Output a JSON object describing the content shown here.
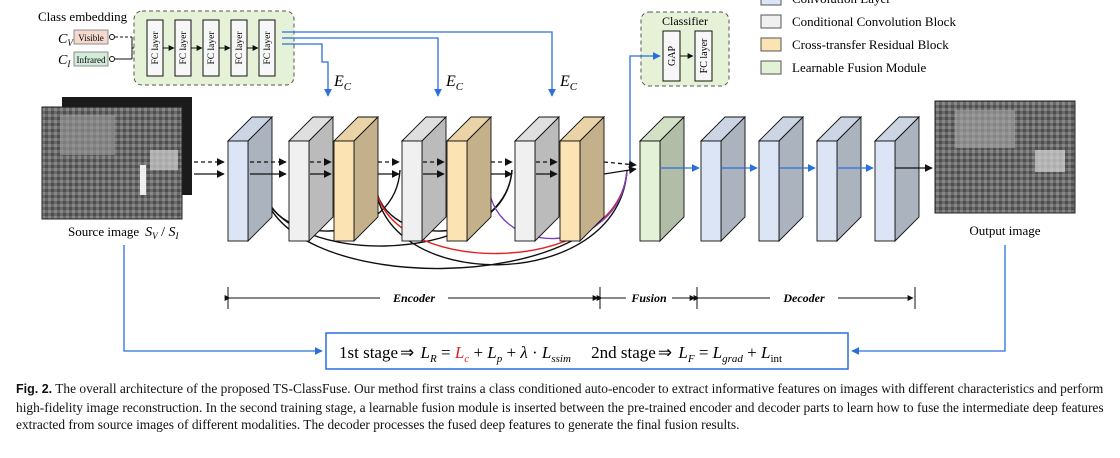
{
  "class_embedding": {
    "title": "Class embedding",
    "cv_label": "C",
    "cv_sub": "V",
    "ci_label": "C",
    "ci_sub": "I",
    "visible_tag": "Visible",
    "infrared_tag": "Infrared",
    "fc_label": "FC layer"
  },
  "encoder_marks": {
    "e": "E",
    "sub": "C"
  },
  "classifier": {
    "title": "Classifier",
    "gap_label": "GAP",
    "fc_label": "FC layer"
  },
  "legend": [
    {
      "label": "Convolution Layer",
      "color": "#dbe5f5"
    },
    {
      "label": "Conditional Convolution Block",
      "color": "#f0f0f0"
    },
    {
      "label": "Cross-transfer Residual Block",
      "color": "#fbe3b4"
    },
    {
      "label": "Learnable Fusion Module",
      "color": "#e3f2d5"
    }
  ],
  "labels": {
    "source_image": "Source image",
    "source_symbols": "S",
    "sv_sub": "V",
    "si_sub": "I",
    "output_image": "Output image",
    "encoder": "Encoder",
    "fusion": "Fusion",
    "decoder": "Decoder"
  },
  "loss": {
    "stage1": "1st stage",
    "stage2": "2nd stage",
    "arrow": "⇒",
    "LR": "L",
    "LR_sub": "R",
    "Lc": "L",
    "Lc_sub": "c",
    "Lp": "L",
    "Lp_sub": "p",
    "lambda": "λ",
    "Lssim": "L",
    "Lssim_sub": "ssim",
    "LF": "L",
    "LF_sub": "F",
    "Lgrad": "L",
    "Lgrad_sub": "grad",
    "Lint": "L",
    "Lint_sub": "int"
  },
  "caption": {
    "fig": "Fig. 2.",
    "text": "The overall architecture of the proposed TS-ClassFuse. Our method first trains a class conditioned auto-encoder to extract informative features on images with different characteristics and perform high-fidelity image reconstruction. In the second training stage, a learnable fusion module is inserted between the pre-trained encoder and decoder parts to learn how to fuse the intermediate deep features extracted from source images of different modalities. The decoder processes the fused deep features to generate the final fusion results."
  },
  "colors": {
    "conv": "#dbe5f5",
    "cond": "#f0f0f0",
    "ctr": "#fbe3b4",
    "fusion": "#e3f2d5",
    "embed_bg": "#e6f2d8",
    "arrow_blue": "#2a6fdc",
    "red_curve": "#e52020",
    "purple_curve": "#7b3fbf",
    "loss_red": "#e02020"
  }
}
